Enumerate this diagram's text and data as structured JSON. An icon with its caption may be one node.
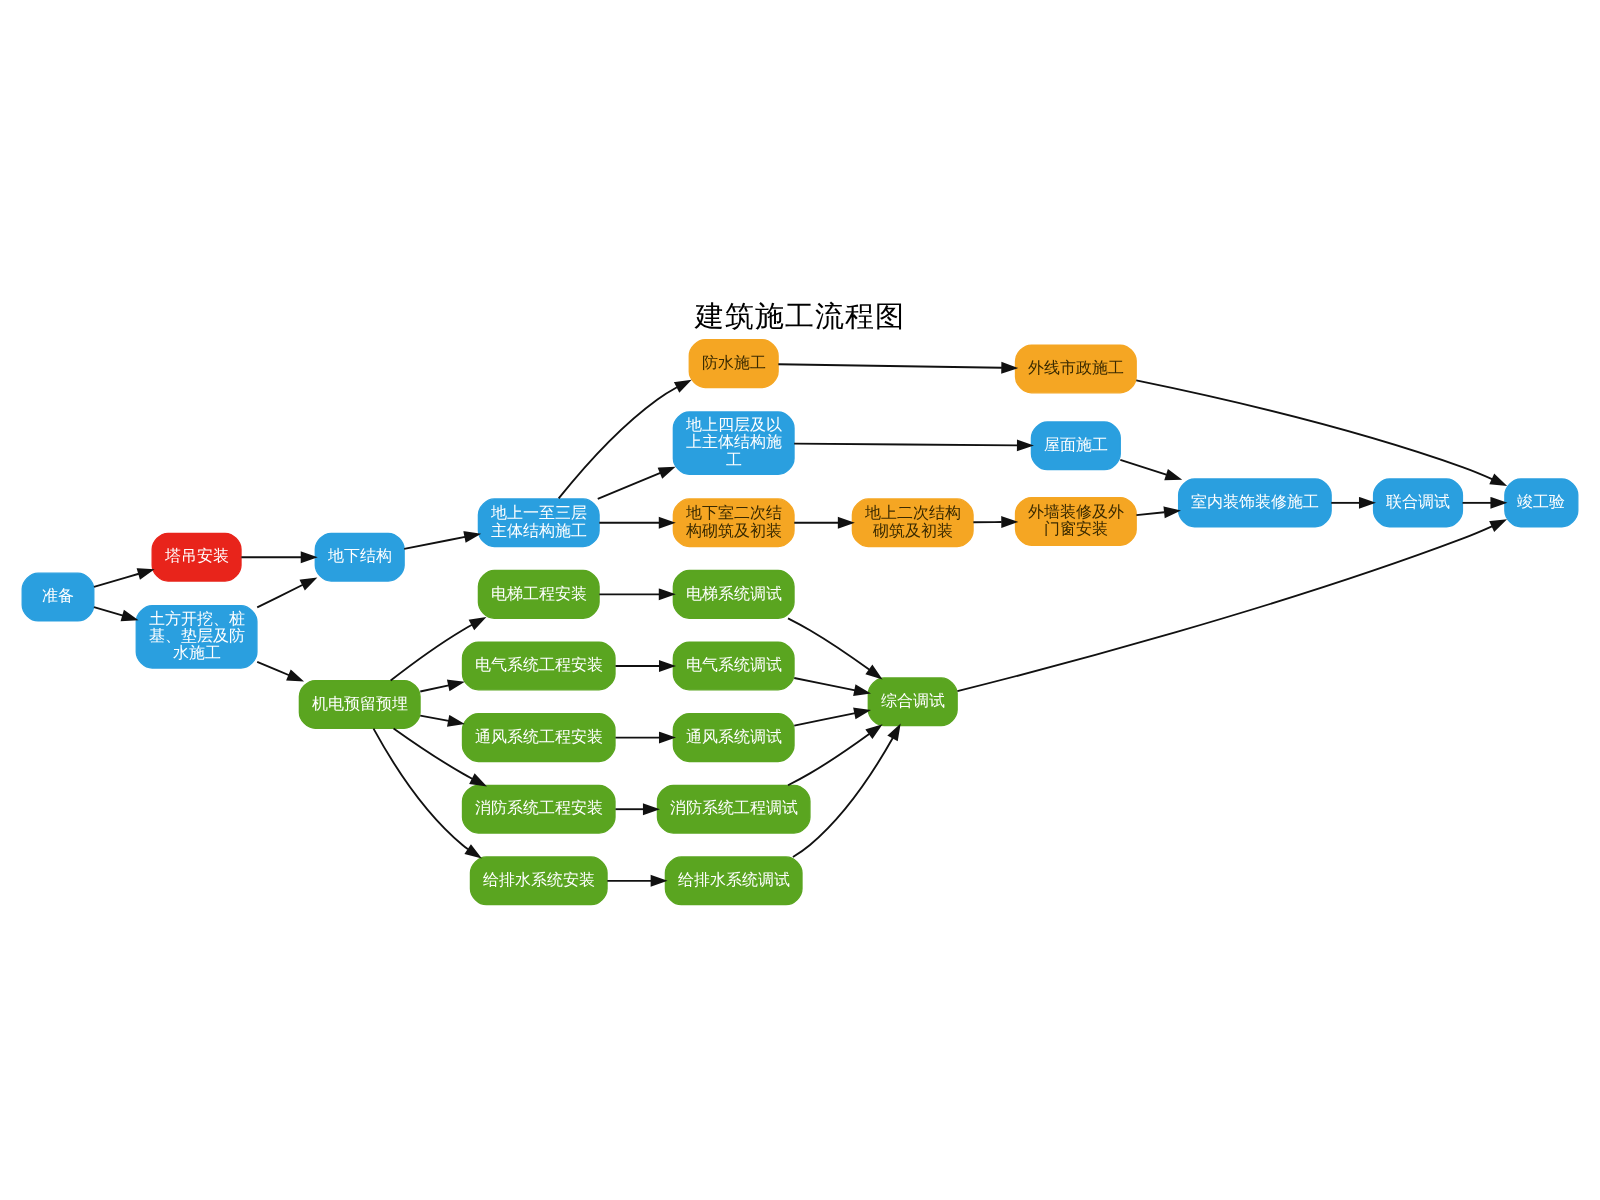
{
  "diagram": {
    "title": "建筑施工流程图",
    "nodes": [
      {
        "text": [
          "准备"
        ]
      },
      {
        "text": [
          "塔吊安装"
        ]
      },
      {
        "text": [
          "土方开挖、桩基、垫层及防水施工"
        ]
      },
      {
        "text": [
          "地下结构"
        ]
      },
      {
        "text": [
          "地上一至三层主体结构施工"
        ]
      },
      {
        "text": [
          "防水施工"
        ]
      },
      {
        "text": [
          "外线市政施工"
        ]
      },
      {
        "text": [
          "地上四层及以上主体结构施工"
        ]
      },
      {
        "text": [
          "屋面施工"
        ]
      },
      {
        "text": [
          "室内装饰装修施工"
        ]
      },
      {
        "text": [
          "联合调试"
        ]
      },
      {
        "text": [
          "竣工验"
        ]
      },
      {
        "text": [
          "地下室二次结构砌筑及初装"
        ]
      },
      {
        "text": [
          "地上二次结构砌筑及初装"
        ]
      },
      {
        "text": [
          "外墙装修及外门窗安装"
        ]
      },
      {
        "text": [
          "机电预留预埋"
        ]
      },
      {
        "text": [
          "电梯工程安装"
        ]
      },
      {
        "text": [
          "电梯系统调试"
        ]
      },
      {
        "text": [
          "电气系统工程安装"
        ]
      },
      {
        "text": [
          "电气系统调试"
        ]
      },
      {
        "text": [
          "通风系统工程安装"
        ]
      },
      {
        "text": [
          "通风系统调试"
        ]
      },
      {
        "text": [
          "消防系统工程安装"
        ]
      },
      {
        "text": [
          "消防系统工程调试"
        ]
      },
      {
        "text": [
          "给排水系统安装"
        ]
      },
      {
        "text": [
          "给排水系统调试"
        ]
      },
      {
        "text": [
          "综合调试"
        ]
      }
    ],
    "edges": [
      {
        "from": 0,
        "to": 1,
        "arrow": "to"
      },
      {
        "from": 0,
        "to": 2,
        "arrow": "to"
      },
      {
        "from": 1,
        "to": 3,
        "arrow": "to"
      },
      {
        "from": 2,
        "to": 3,
        "arrow": "to"
      },
      {
        "from": 3,
        "to": 4,
        "arrow": "to"
      },
      {
        "from": 4,
        "to": 5,
        "arrow": "to"
      },
      {
        "from": 4,
        "to": 7,
        "arrow": "to"
      },
      {
        "from": 4,
        "to": 12,
        "arrow": "to"
      },
      {
        "from": 5,
        "to": 6,
        "arrow": "to"
      },
      {
        "from": 6,
        "to": 11,
        "arrow": "to"
      },
      {
        "from": 7,
        "to": 8,
        "arrow": "to"
      },
      {
        "from": 8,
        "to": 9,
        "arrow": "to"
      },
      {
        "from": 9,
        "to": 10,
        "arrow": "to"
      },
      {
        "from": 10,
        "to": 11,
        "arrow": "to"
      },
      {
        "from": 12,
        "to": 13,
        "arrow": "to"
      },
      {
        "from": 13,
        "to": 14,
        "arrow": "to"
      },
      {
        "from": 14,
        "to": 9,
        "arrow": "to"
      },
      {
        "from": 2,
        "to": 15,
        "arrow": "to"
      },
      {
        "from": 15,
        "to": 16,
        "arrow": "to"
      },
      {
        "from": 15,
        "to": 18,
        "arrow": "to"
      },
      {
        "from": 15,
        "to": 20,
        "arrow": "to"
      },
      {
        "from": 15,
        "to": 22,
        "arrow": "to"
      },
      {
        "from": 15,
        "to": 24,
        "arrow": "to"
      },
      {
        "from": 16,
        "to": 17,
        "arrow": "to"
      },
      {
        "from": 18,
        "to": 19,
        "arrow": "to"
      },
      {
        "from": 20,
        "to": 21,
        "arrow": "to"
      },
      {
        "from": 22,
        "to": 23,
        "arrow": "to"
      },
      {
        "from": 24,
        "to": 25,
        "arrow": "to"
      },
      {
        "from": 17,
        "to": 26,
        "arrow": "to"
      },
      {
        "from": 19,
        "to": 26,
        "arrow": "to"
      },
      {
        "from": 21,
        "to": 26,
        "arrow": "to"
      },
      {
        "from": 23,
        "to": 26,
        "arrow": "to"
      },
      {
        "from": 25,
        "to": 26,
        "arrow": "to"
      },
      {
        "from": 26,
        "to": 11,
        "arrow": "to"
      }
    ]
  }
}
